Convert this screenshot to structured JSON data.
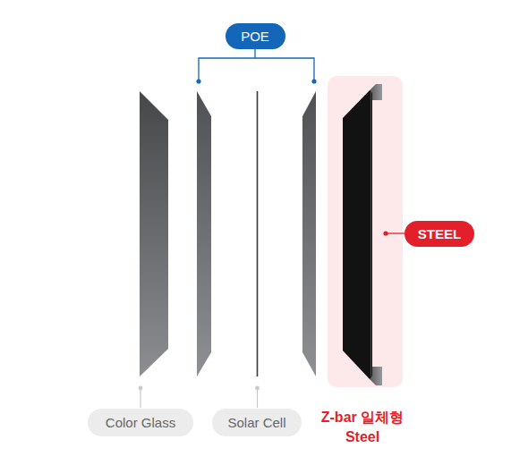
{
  "diagram": {
    "nodes": [
      {
        "text": [
          "POE"
        ]
      },
      {
        "text": [
          "STEEL"
        ]
      },
      {
        "text": [
          "Color Glass"
        ]
      },
      {
        "text": [
          "Solar Cell"
        ]
      }
    ],
    "labels": [
      "Z-bar 일체형 Steel"
    ]
  }
}
